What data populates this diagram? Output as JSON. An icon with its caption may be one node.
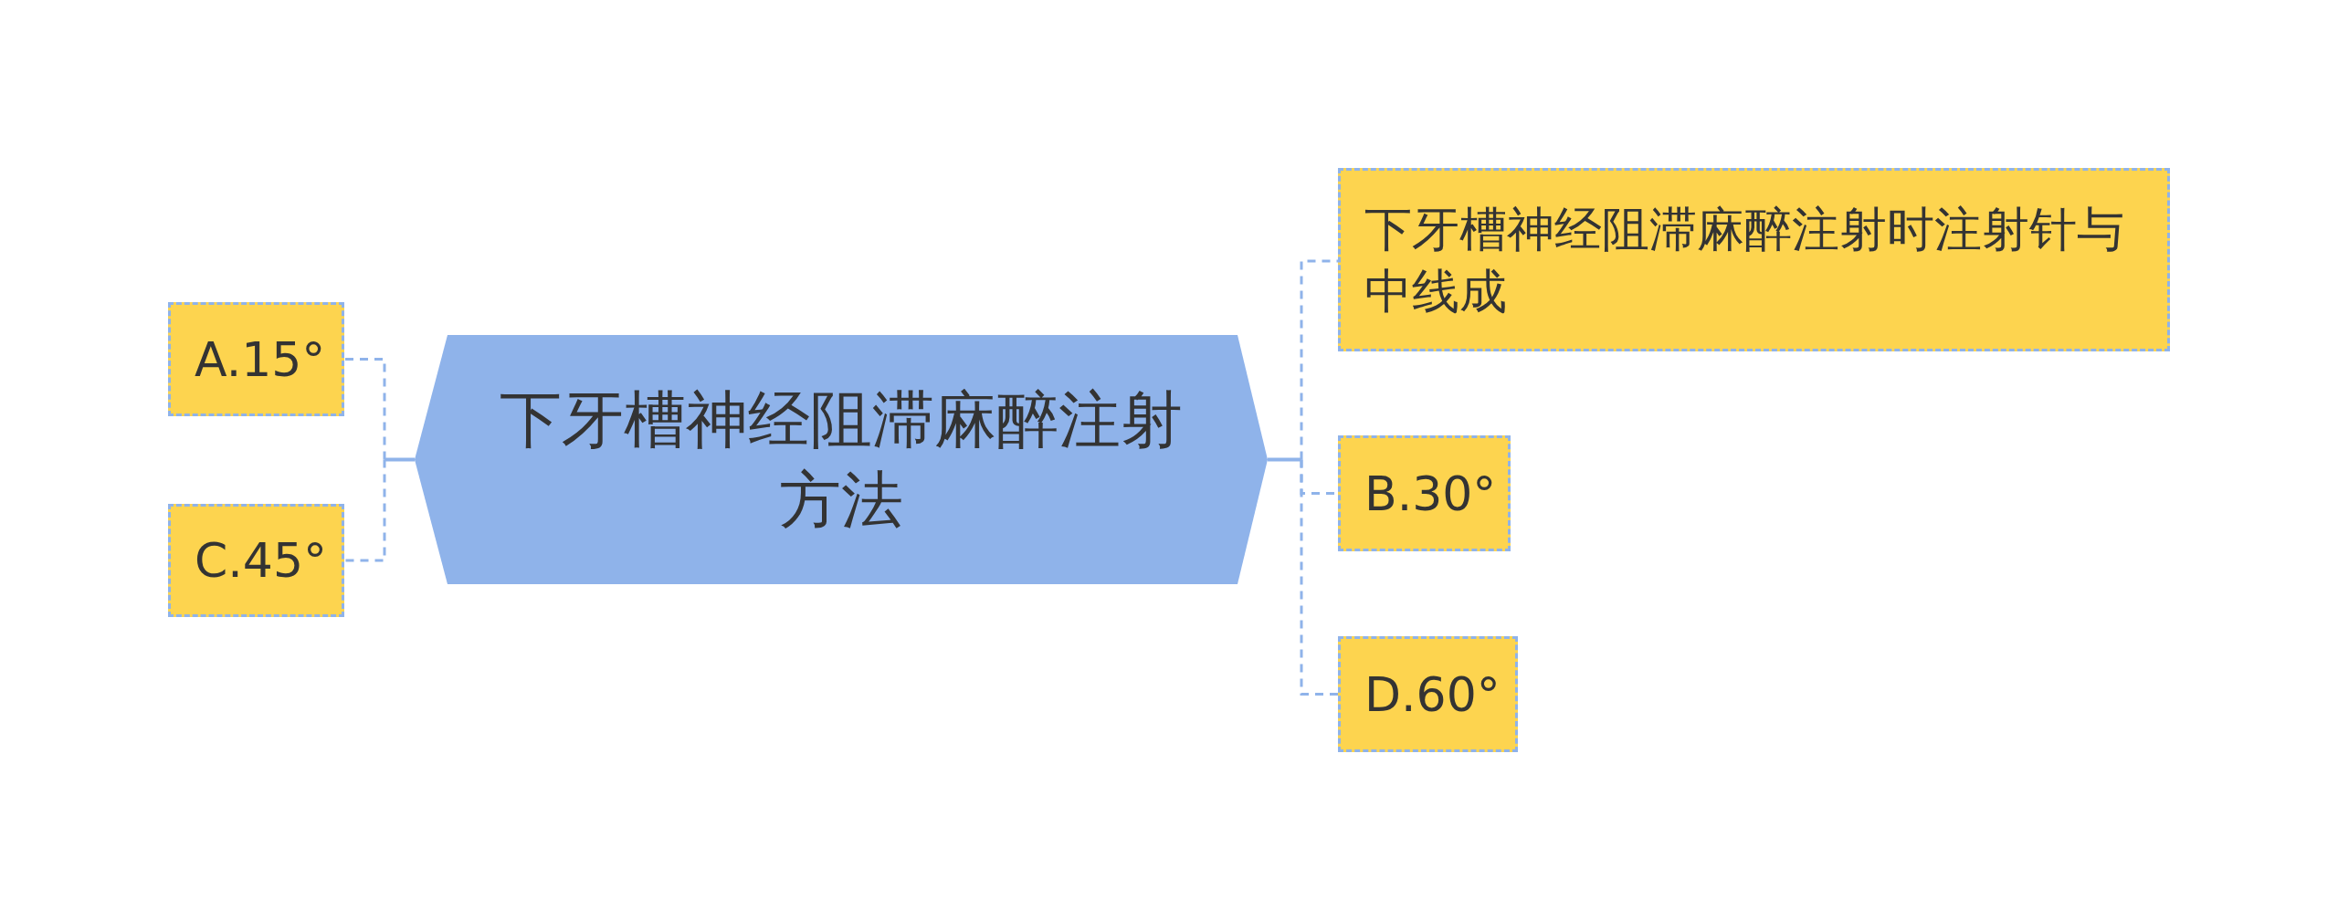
{
  "diagram": {
    "nodes": [
      {
        "text": [
          "下牙槽神经阻滞麻醉注射方法"
        ]
      },
      {
        "text": [
          "A.15°"
        ]
      },
      {
        "text": [
          "C.45°"
        ]
      },
      {
        "text": [
          "下牙槽神经阻滞麻醉注射时注射针与中线成"
        ]
      },
      {
        "text": [
          "B.30°"
        ]
      },
      {
        "text": [
          "D.60°"
        ]
      }
    ],
    "edges": [
      {
        "from": 0,
        "to": 1,
        "arrow": "none",
        "style": "dashed"
      },
      {
        "from": 0,
        "to": 2,
        "arrow": "none",
        "style": "dashed"
      },
      {
        "from": 0,
        "to": 3,
        "arrow": "none",
        "style": "dashed"
      },
      {
        "from": 0,
        "to": 4,
        "arrow": "none",
        "style": "dashed"
      },
      {
        "from": 0,
        "to": 5,
        "arrow": "none",
        "style": "dashed"
      }
    ]
  }
}
